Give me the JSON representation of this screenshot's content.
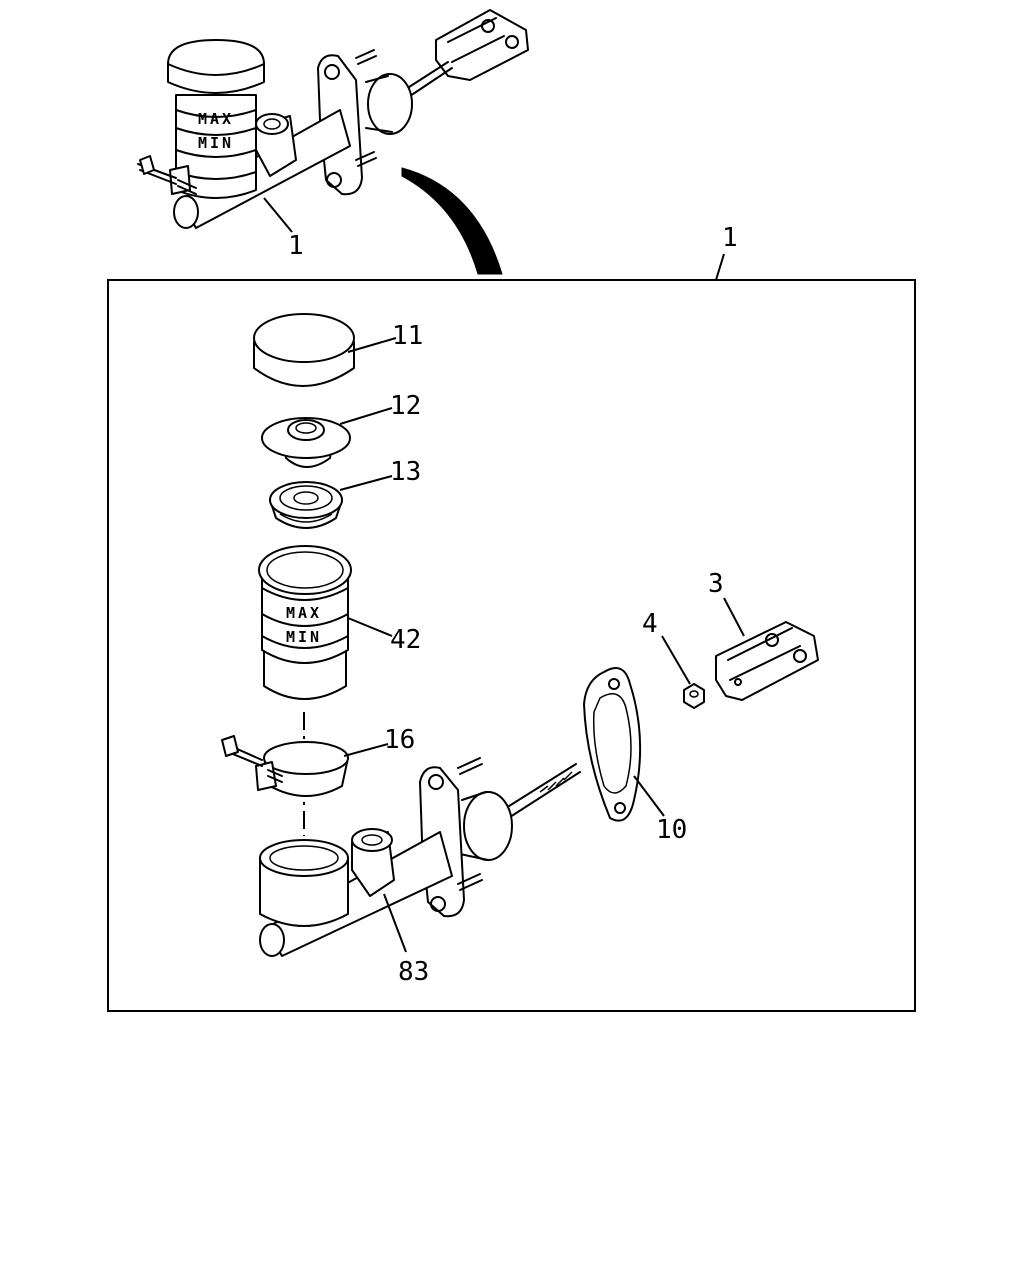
{
  "diagram": {
    "markings": {
      "max": "MAX",
      "min": "MIN"
    },
    "callouts": {
      "assembly_top": "1",
      "assembly_box": "1",
      "cap": "11",
      "diaphragm": "12",
      "seal_cup": "13",
      "reservoir": "42",
      "clamp": "16",
      "cylinder_body": "83",
      "gasket": "10",
      "nut": "4",
      "clevis": "3"
    }
  }
}
